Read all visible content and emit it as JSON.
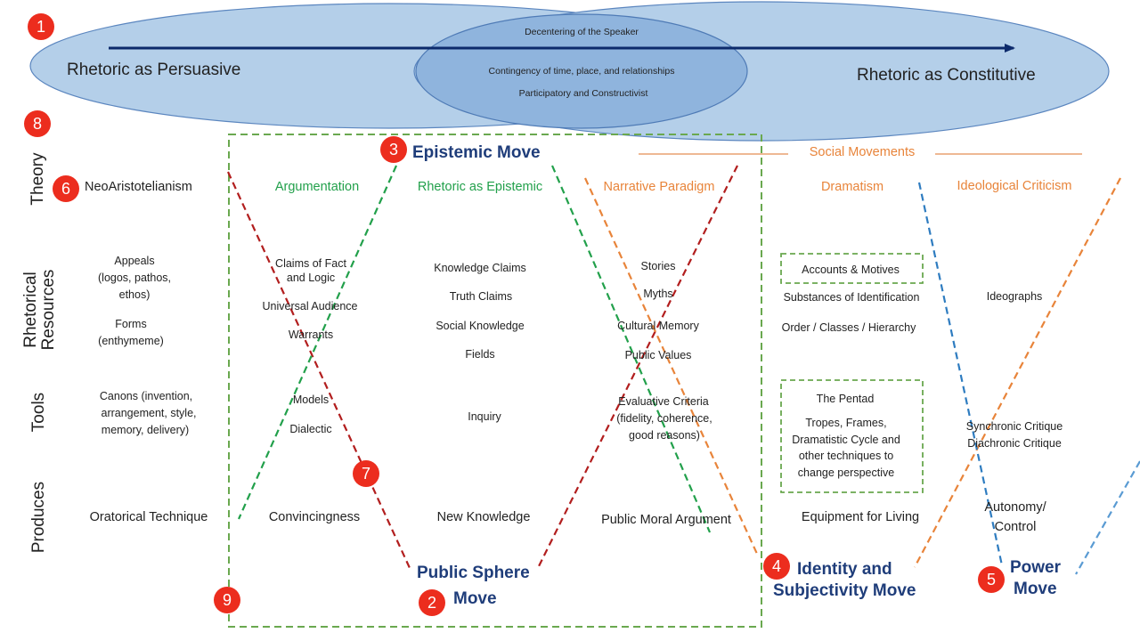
{
  "top": {
    "left_label": "Rhetoric as Persuasive",
    "right_label": "Rhetoric as Constitutive",
    "overlap_lines": [
      "Decentering of the Speaker",
      "Contingency of time, place, and relationships",
      "Participatory and Constructivist"
    ]
  },
  "row_labels": [
    "Theory",
    "Rhetorical Resources",
    "Tools",
    "Produces"
  ],
  "theories": {
    "neo": "NeoAristotelianism",
    "argumentation": "Argumentation",
    "epistemic": "Rhetoric as Epistemic",
    "narrative": "Narrative Paradigm",
    "dramatism": "Dramatism",
    "ideological": "Ideological Criticism",
    "social_movements": "Social Movements"
  },
  "resources": {
    "neo": [
      "Appeals",
      "(logos, pathos,",
      "ethos)",
      "Forms",
      "(enthymeme)"
    ],
    "argumentation": [
      "Claims of Fact",
      "and Logic",
      "Universal Audience",
      "Warrants"
    ],
    "epistemic": [
      "Knowledge Claims",
      "Truth Claims",
      "Social Knowledge",
      "Fields"
    ],
    "narrative": [
      "Stories",
      "Myths",
      "Cultural Memory",
      "Public Values"
    ],
    "dramatism": [
      "Accounts & Motives",
      "Substances of Identification",
      "Order / Classes / Hierarchy"
    ],
    "ideological": [
      "Ideographs"
    ]
  },
  "tools": {
    "neo": [
      "Canons (invention,",
      "arrangement, style,",
      "memory, delivery)"
    ],
    "argumentation": [
      "Models",
      "Dialectic"
    ],
    "epistemic": [
      "Inquiry"
    ],
    "narrative": [
      "Evaluative Criteria",
      "(fidelity, coherence,",
      "good reasons)"
    ],
    "dramatism": [
      "The Pentad",
      "Tropes, Frames,",
      "Dramatistic Cycle and",
      "other techniques to",
      "change perspective"
    ],
    "ideological": [
      "Synchronic Critique",
      "Diachronic Critique"
    ]
  },
  "produces": {
    "neo": "Oratorical Technique",
    "argumentation": "Convincingness",
    "epistemic": "New Knowledge",
    "narrative": "Public Moral Argument",
    "dramatism": "Equipment for Living",
    "ideological": [
      "Autonomy/",
      "Control"
    ]
  },
  "moves": {
    "epistemic": "Epistemic Move",
    "public_sphere": [
      "Public Sphere",
      "Move"
    ],
    "identity": [
      "Identity and",
      "Subjectivity Move"
    ],
    "power": [
      "Power",
      "Move"
    ]
  },
  "badges": [
    "1",
    "2",
    "3",
    "4",
    "5",
    "6",
    "7",
    "8",
    "9"
  ],
  "colors": {
    "ellipse_fill": "#b4cfe9",
    "ellipse_inner": "#8fb4dd",
    "arrow": "#0c2a6b",
    "badge": "#ec2d1e",
    "green": "#22a04b",
    "orange": "#e8843a",
    "red": "#b21e1e",
    "blue": "#2e7cc0",
    "move_text": "#1f3d7a"
  }
}
